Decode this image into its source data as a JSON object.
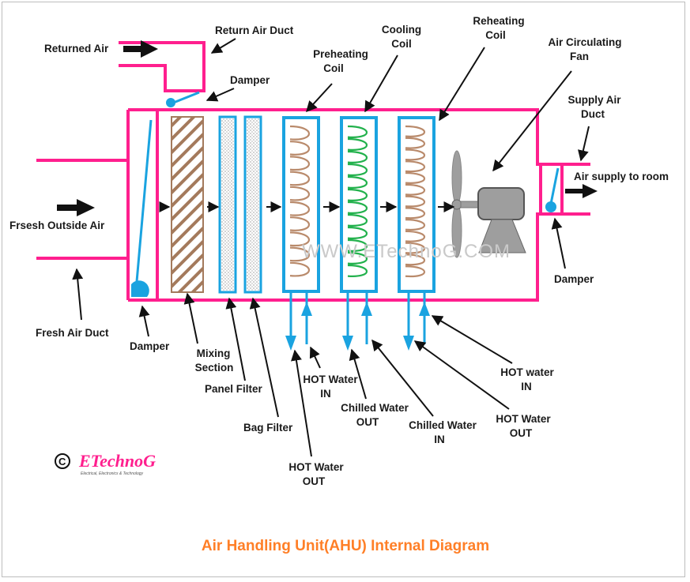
{
  "colors": {
    "duct": "#ff1f8e",
    "water": "#1aa3e0",
    "coil_heat": "#b98a6b",
    "coil_cool": "#22b14c",
    "mixing": "#a47a5c",
    "fan": "#9e9e9e",
    "title": "#ff7f27",
    "logo": "#ff1f8e"
  },
  "labels": {
    "returned_air": "Returned Air",
    "return_air_duct": "Return Air Duct",
    "damper_top": "Damper",
    "preheating_coil": [
      "Preheating",
      "Coil"
    ],
    "cooling_coil": [
      "Cooling",
      "Coil"
    ],
    "reheating_coil": [
      "Reheating",
      "Coil"
    ],
    "air_circulating_fan": [
      "Air Circulating",
      "Fan"
    ],
    "supply_air_duct": [
      "Supply Air",
      "Duct"
    ],
    "air_supply_to_room": "Air supply to room",
    "fresh_outside_air": "Frsesh Outside Air",
    "fresh_air_duct": "Fresh Air Duct",
    "damper_left": "Damper",
    "damper_right": "Damper",
    "mixing_section": [
      "Mixing",
      "Section"
    ],
    "panel_filter": "Panel Filter",
    "bag_filter": "Bag Filter",
    "hot_water_in_1": [
      "HOT Water",
      "IN"
    ],
    "hot_water_out_1": [
      "HOT Water",
      "OUT"
    ],
    "chilled_water_out": [
      "Chilled Water",
      "OUT"
    ],
    "chilled_water_in": [
      "Chilled Water",
      "IN"
    ],
    "hot_water_in_2": [
      "HOT water",
      "IN"
    ],
    "hot_water_out_2": [
      "HOT Water",
      "OUT"
    ]
  },
  "watermark": "WWW.ETechnoG.COM",
  "logo": {
    "copyright": "©",
    "brand": "ETechnoG",
    "tagline": "Electrical, Electronics & Technology"
  },
  "title": "Air Handling Unit(AHU) Internal Diagram"
}
